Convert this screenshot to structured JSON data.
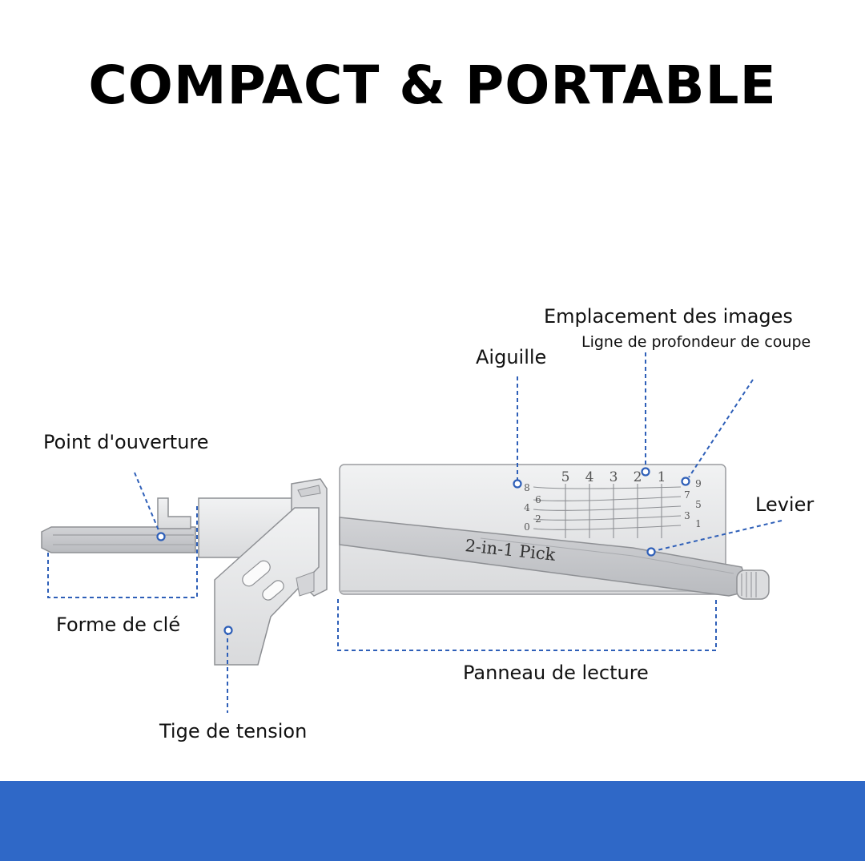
{
  "title": "COMPACT & PORTABLE",
  "labels": {
    "image_location": "Emplacement des images",
    "cut_depth_line": "Ligne de profondeur de coupe",
    "needle": "Aiguille",
    "opening_point": "Point d'ouverture",
    "lever": "Levier",
    "key_shape": "Forme de clé",
    "reading_panel": "Panneau de lecture",
    "tension_rod": "Tige de tension"
  },
  "tool": {
    "engraving": "2-in-1 Pick",
    "position_numbers": [
      "5",
      "4",
      "3",
      "2",
      "1"
    ],
    "left_depth_numbers": [
      "8",
      "6",
      "4",
      "2",
      "0"
    ],
    "right_depth_numbers": [
      "9",
      "7",
      "5",
      "3",
      "1"
    ]
  },
  "colors": {
    "accent_blue": "#2f68c7",
    "callout_blue": "#2e5fb8",
    "metal": "#e4e5e7",
    "metal_edge": "#9a9ca0"
  }
}
